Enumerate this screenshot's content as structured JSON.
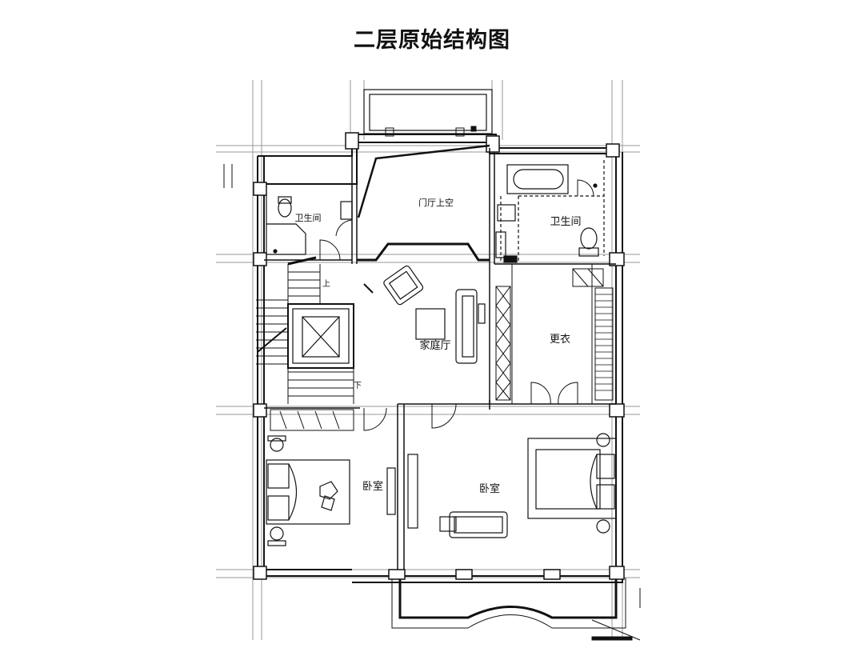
{
  "title": "二层原始结构图",
  "rooms": {
    "foyer_void": "门厅上空",
    "bath_left": "卫生间",
    "bath_right": "卫生间",
    "family_room": "家庭厅",
    "dressing": "更衣",
    "bedroom_left": "卧室",
    "bedroom_right": "卧室"
  },
  "stairs": {
    "up": "上",
    "down": "下"
  },
  "colors": {
    "line": "#111111",
    "grid": "#9a9a9a",
    "background": "#ffffff"
  }
}
